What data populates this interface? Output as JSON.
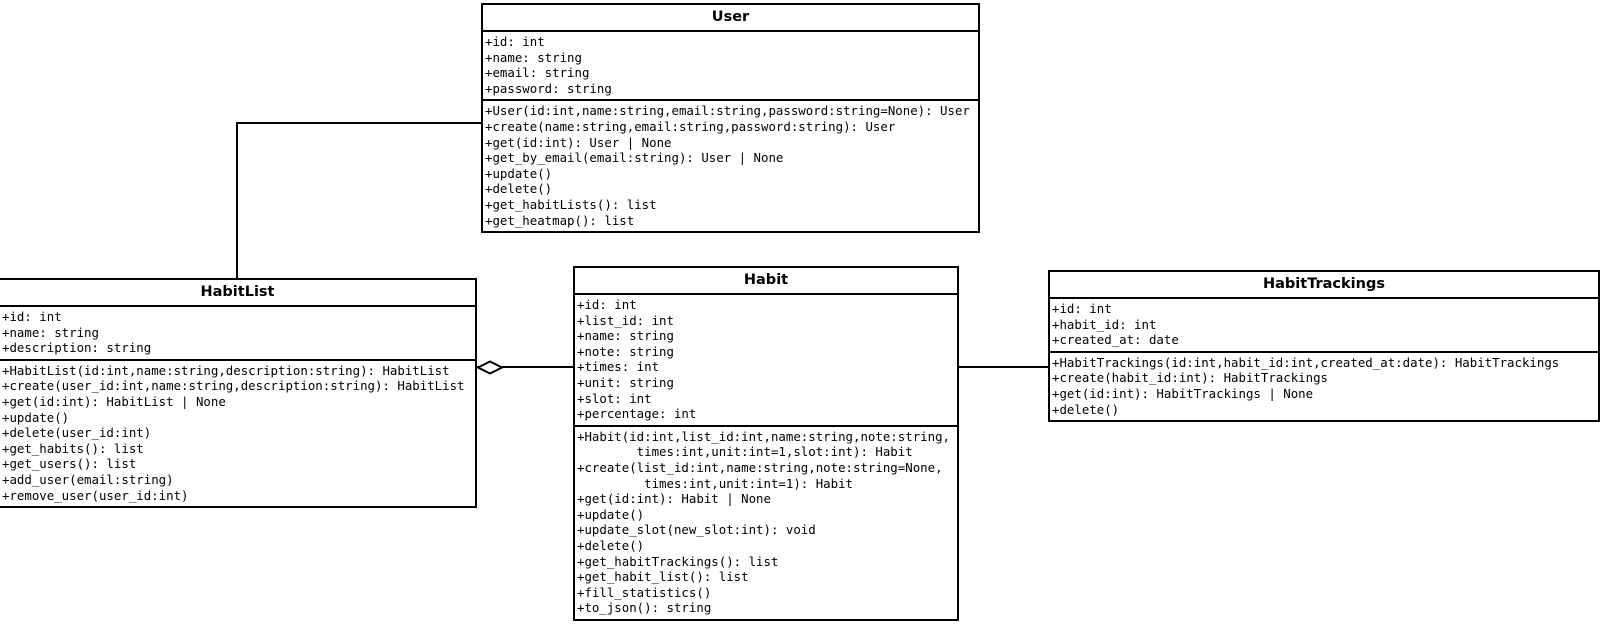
{
  "diagram": {
    "type": "uml-class-diagram",
    "background": "#ffffff",
    "line_color": "#000000"
  },
  "classes": {
    "user": {
      "name": "User",
      "attributes": [
        "+id: int",
        "+name: string",
        "+email: string",
        "+password: string"
      ],
      "methods": [
        "+User(id:int,name:string,email:string,password:string=None): User",
        "+create(name:string,email:string,password:string): User",
        "+get(id:int): User | None",
        "+get_by_email(email:string): User | None",
        "+update()",
        "+delete()",
        "+get_habitLists(): list",
        "+get_heatmap(): list"
      ]
    },
    "habitlist": {
      "name": "HabitList",
      "attributes": [
        "+id: int",
        "+name: string",
        "+description: string"
      ],
      "methods": [
        "+HabitList(id:int,name:string,description:string): HabitList",
        "+create(user_id:int,name:string,description:string): HabitList",
        "+get(id:int): HabitList | None",
        "+update()",
        "+delete(user_id:int)",
        "+get_habits(): list",
        "+get_users(): list",
        "+add_user(email:string)",
        "+remove_user(user_id:int)"
      ]
    },
    "habit": {
      "name": "Habit",
      "attributes": [
        "+id: int",
        "+list_id: int",
        "+name: string",
        "+note: string",
        "+times: int",
        "+unit: string",
        "+slot: int",
        "+percentage: int"
      ],
      "methods": [
        "+Habit(id:int,list_id:int,name:string,note:string,",
        "        times:int,unit:int=1,slot:int): Habit",
        "+create(list_id:int,name:string,note:string=None,",
        "         times:int,unit:int=1): Habit",
        "+get(id:int): Habit | None",
        "+update()",
        "+update_slot(new_slot:int): void",
        "+delete()",
        "+get_habitTrackings(): list",
        "+get_habit_list(): list",
        "+fill_statistics()",
        "+to_json(): string"
      ]
    },
    "habittrackings": {
      "name": "HabitTrackings",
      "attributes": [
        "+id: int",
        "+habit_id: int",
        "+created_at: date"
      ],
      "methods": [
        "+HabitTrackings(id:int,habit_id:int,created_at:date): HabitTrackings",
        "+create(habit_id:int): HabitTrackings",
        "+get(id:int): HabitTrackings | None",
        "+delete()"
      ]
    }
  },
  "relationships": [
    {
      "name": "user-habitlist-association",
      "from": "User",
      "to": "HabitList",
      "kind": "association"
    },
    {
      "name": "habitlist-habit-aggregation",
      "from": "HabitList",
      "to": "Habit",
      "kind": "aggregation"
    },
    {
      "name": "habit-habittrackings-association",
      "from": "Habit",
      "to": "HabitTrackings",
      "kind": "association"
    }
  ]
}
